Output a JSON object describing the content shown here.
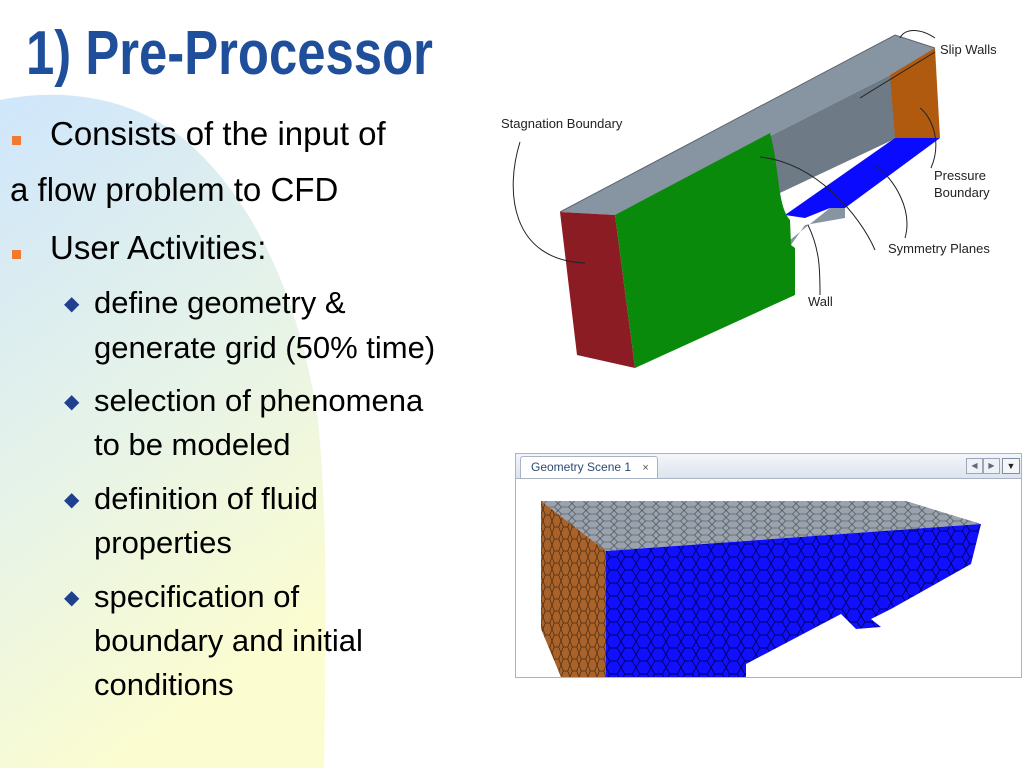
{
  "slide": {
    "title": "1) Pre-Processor",
    "bullets": [
      {
        "level": 1,
        "lines": [
          "Consists of the input of",
          "a flow problem to CFD"
        ]
      },
      {
        "level": 1,
        "lines": [
          "User Activities:"
        ]
      },
      {
        "level": 2,
        "lines": [
          "define geometry &",
          "generate grid (50% time)"
        ]
      },
      {
        "level": 2,
        "lines": [
          "selection of phenomena",
          "to be modeled"
        ]
      },
      {
        "level": 2,
        "lines": [
          "definition of fluid",
          "properties"
        ]
      },
      {
        "level": 2,
        "lines": [
          "specification of",
          "boundary and initial",
          "conditions"
        ]
      }
    ]
  },
  "diagram": {
    "labels": {
      "slip_walls": "Slip Walls",
      "stagnation_boundary": "Stagnation Boundary",
      "pressure_boundary_line1": "Pressure",
      "pressure_boundary_line2": "Boundary",
      "symmetry_planes": "Symmetry Planes",
      "wall": "Wall"
    },
    "colors": {
      "top_face": "#7f8c99",
      "inner_face": "#6e7a86",
      "stagnation_face": "#8b1c24",
      "green_face": "#0a8a0a",
      "pressure_face": "#b05a10",
      "symmetry_face": "#0a0aff"
    }
  },
  "geometry_scene": {
    "tab_label": "Geometry Scene 1",
    "close_symbol": "×",
    "nav_prev": "◀",
    "nav_next": "▶",
    "menu_symbol": "▼"
  }
}
